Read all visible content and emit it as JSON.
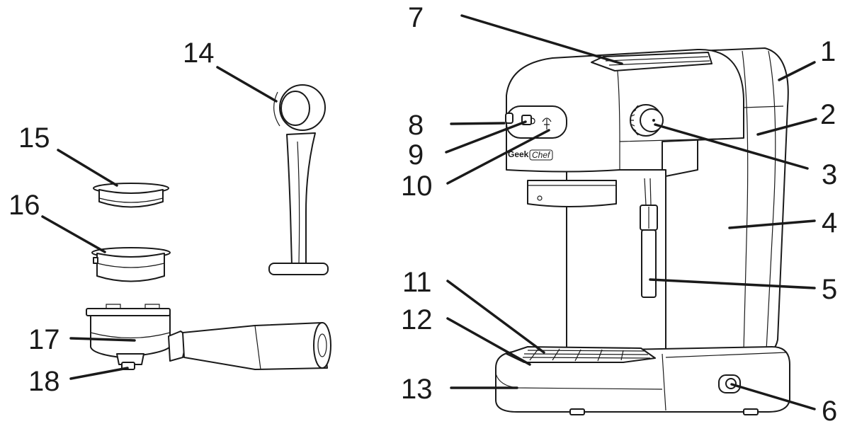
{
  "callouts": [
    {
      "id": "1",
      "text": "1"
    },
    {
      "id": "2",
      "text": "2"
    },
    {
      "id": "3",
      "text": "3"
    },
    {
      "id": "4",
      "text": "4"
    },
    {
      "id": "5",
      "text": "5"
    },
    {
      "id": "6",
      "text": "6"
    },
    {
      "id": "7",
      "text": "7"
    },
    {
      "id": "8",
      "text": "8"
    },
    {
      "id": "9",
      "text": "9"
    },
    {
      "id": "10",
      "text": "10"
    },
    {
      "id": "11",
      "text": "11"
    },
    {
      "id": "12",
      "text": "12"
    },
    {
      "id": "13",
      "text": "13"
    },
    {
      "id": "14",
      "text": "14"
    },
    {
      "id": "15",
      "text": "15"
    },
    {
      "id": "16",
      "text": "16"
    },
    {
      "id": "17",
      "text": "17"
    },
    {
      "id": "18",
      "text": "18"
    }
  ],
  "brand": {
    "part1": "Geek",
    "part2": "Chef"
  },
  "colors": {
    "line": "#1a1a1a",
    "background": "#ffffff"
  }
}
